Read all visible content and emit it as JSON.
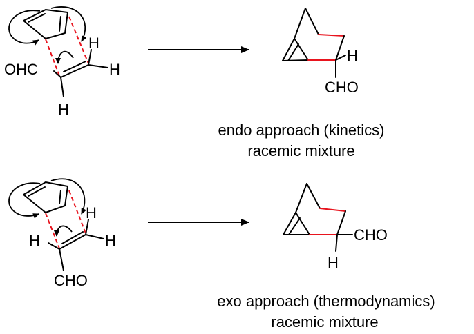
{
  "rows": [
    {
      "reactant_labels": {
        "aldehyde": "OHC",
        "h_top": "H",
        "h_right": "H",
        "h_bottom": "H"
      },
      "product_labels": {
        "h": "H",
        "substituent": "CHO"
      },
      "caption_line1": "endo approach (kinetics)",
      "caption_line2": "racemic mixture"
    },
    {
      "reactant_labels": {
        "h_left": "H",
        "h_top": "H",
        "h_right": "H",
        "aldehyde": "CHO"
      },
      "product_labels": {
        "substituent": "CHO",
        "h": "H"
      },
      "caption_line1": "exo approach (thermodynamics)",
      "caption_line2": "racemic mixture"
    }
  ],
  "colors": {
    "bond": "#000000",
    "new_bond": "#e8141e",
    "background": "#ffffff"
  }
}
